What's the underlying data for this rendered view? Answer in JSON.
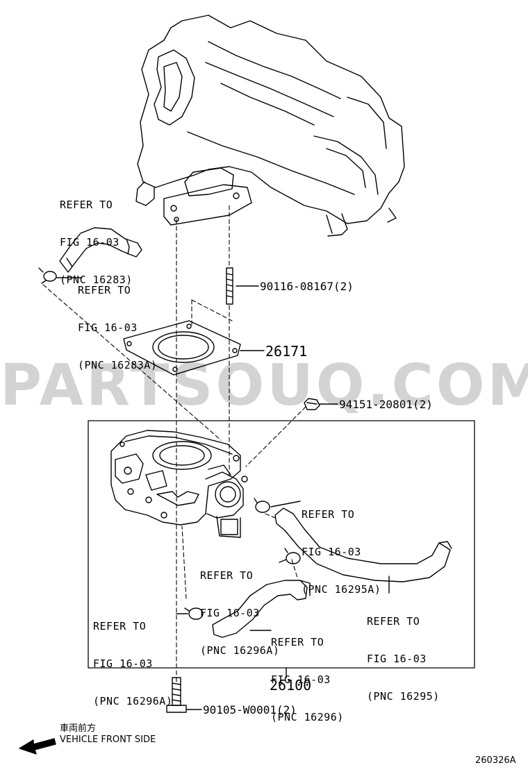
{
  "watermark": "PARTSOUQ.COM",
  "refer_labels": [
    {
      "lines": [
        "REFER TO",
        "FIG 16-03",
        "(PNC 16283)"
      ]
    },
    {
      "lines": [
        "REFER TO",
        "FIG 16-03",
        "(PNC 16283A)"
      ]
    },
    {
      "lines": [
        "REFER TO",
        "FIG 16-03",
        "(PNC 16295A)"
      ]
    },
    {
      "lines": [
        "REFER TO",
        "FIG 16-03",
        "(PNC 16296A)"
      ]
    },
    {
      "lines": [
        "REFER TO",
        "FIG 16-03",
        "(PNC 16295)"
      ]
    },
    {
      "lines": [
        "REFER TO",
        "FIG 16-03",
        "(PNC 16296A)"
      ]
    },
    {
      "lines": [
        "REFER TO",
        "FIG 16-03",
        "(PNC 16296)"
      ]
    }
  ],
  "part_numbers": {
    "stud": "90116-08167(2)",
    "gasket": "26171",
    "nut": "94151-20801(2)",
    "throttle_body": "26100",
    "bolt": "90105-W0001(2)"
  },
  "front_indicator": {
    "japanese": "車両前方",
    "english": "VEHICLE FRONT SIDE"
  },
  "figure_id": "260326A",
  "icons": {
    "intake_manifold": "intake-manifold-drawing",
    "throttle_body": "throttle-body-drawing",
    "gasket": "gasket-drawing",
    "arrow": "arrow-left-icon"
  }
}
